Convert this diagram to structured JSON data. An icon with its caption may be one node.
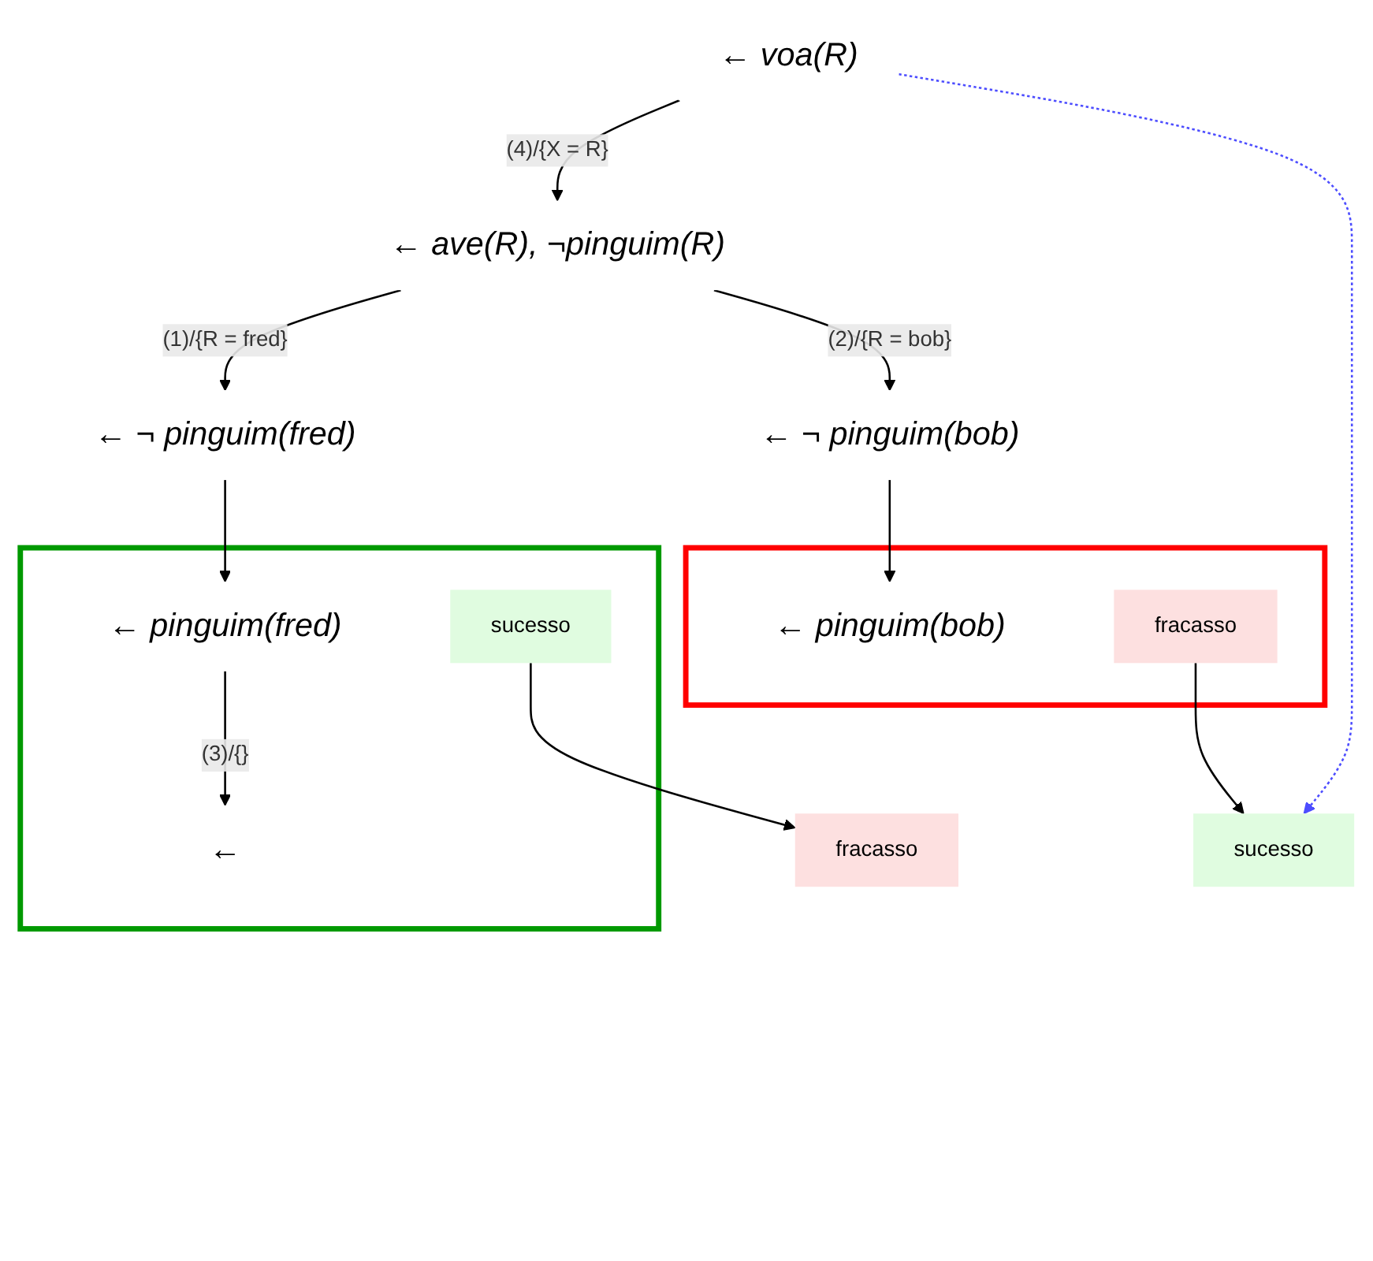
{
  "diagram": {
    "nodes": [
      {
        "text": [
          "← voa(R)"
        ]
      },
      {
        "text": [
          "← ave(R), ¬pinguim(R)"
        ]
      },
      {
        "text": [
          "← ¬ pinguim(fred)"
        ]
      },
      {
        "text": [
          "← ¬ pinguim(bob)"
        ]
      },
      {
        "text": [],
        "shape": "box"
      },
      {
        "text": [
          "← pinguim(fred)"
        ],
        "in": 4
      },
      {
        "text": [
          "←"
        ],
        "in": 4
      },
      {
        "text": [
          "sucesso"
        ],
        "in": 4
      },
      {
        "text": [
          "fracasso"
        ]
      },
      {
        "text": [],
        "shape": "box"
      },
      {
        "text": [
          "← pinguim(bob)"
        ],
        "in": 9
      },
      {
        "text": [
          "fracasso"
        ],
        "in": 9
      },
      {
        "text": [
          "sucesso"
        ]
      }
    ],
    "edges": [
      {
        "from": 0,
        "to": 1,
        "arrow": "to",
        "label": "(4)/{X = R}"
      },
      {
        "from": 1,
        "to": 2,
        "arrow": "to",
        "label": "(1)/{R = fred}"
      },
      {
        "from": 1,
        "to": 3,
        "arrow": "to",
        "label": "(2)/{R = bob}"
      },
      {
        "from": 2,
        "to": 5,
        "arrow": "to"
      },
      {
        "from": 5,
        "to": 6,
        "arrow": "to",
        "label": "(3)/{}"
      },
      {
        "from": 7,
        "to": 8,
        "arrow": "to"
      },
      {
        "from": 3,
        "to": 10,
        "arrow": "to"
      },
      {
        "from": 11,
        "to": 12,
        "arrow": "to"
      },
      {
        "from": 0,
        "to": 12,
        "arrow": "to",
        "style": "dashed",
        "color": "#4d4dff"
      }
    ]
  }
}
